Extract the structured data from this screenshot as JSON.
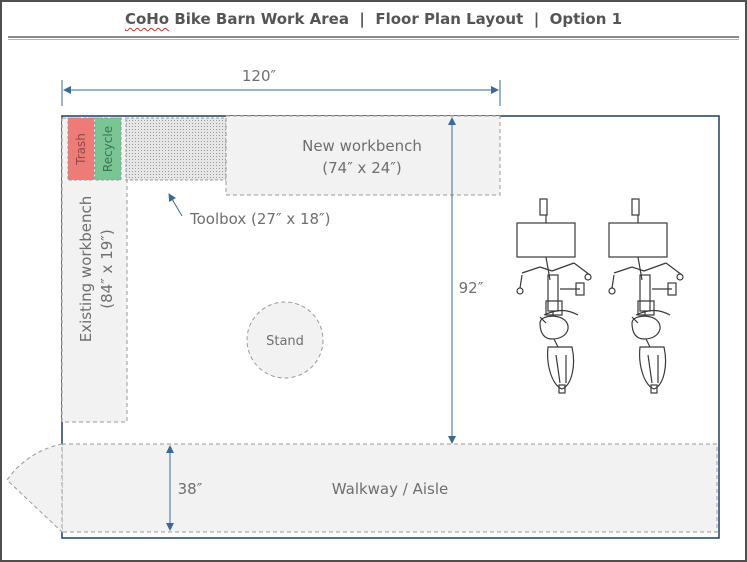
{
  "title": {
    "brand": "CoHo",
    "rest": " Bike Barn Work Area  |  Floor Plan Layout  |  Option 1"
  },
  "dimensions": {
    "width": "120″",
    "height": "92″",
    "aisle": "38″"
  },
  "areas": {
    "trash": "Trash",
    "recycle": "Recycle",
    "new_workbench_line1": "New workbench",
    "new_workbench_line2": "(74″ x 24″)",
    "existing_workbench_line1": "Existing workbench",
    "existing_workbench_line2": "(84″ x 19″)",
    "toolbox": "Toolbox (27″ x 18″)",
    "stand": "Stand",
    "walkway": "Walkway / Aisle"
  },
  "colors": {
    "room_border": "#2e4a6b",
    "dimension": "#3a6a9a",
    "trash_fill": "#ef7b77",
    "recycle_fill": "#77c693",
    "area_fill": "#f2f2f2",
    "dashed_stroke": "#9a9a9a"
  },
  "icons": [
    "bicycle-icon",
    "bicycle-icon"
  ]
}
